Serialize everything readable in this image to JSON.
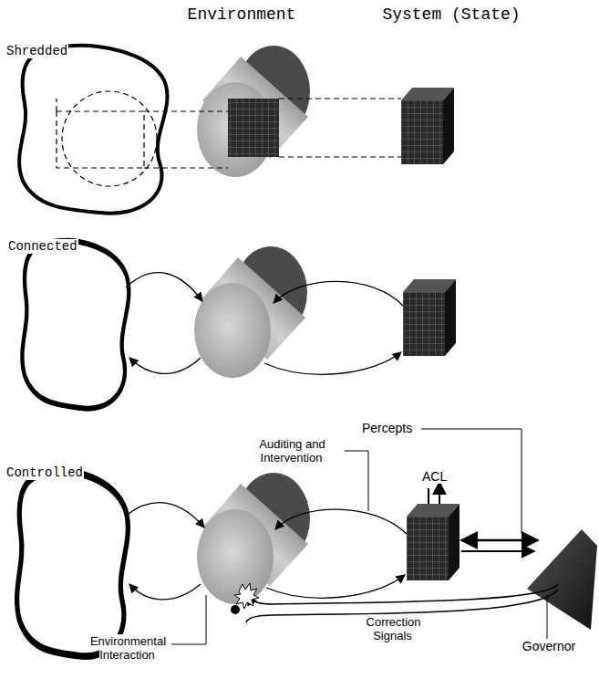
{
  "diagram": {
    "labels": [
      "Environment",
      "System (State)",
      "Shredded",
      "Connected",
      "Controlled",
      "Percepts",
      "Auditing and Intervention",
      "ACL",
      "Correction Signals",
      "Governor",
      "Environmental Interaction"
    ]
  }
}
